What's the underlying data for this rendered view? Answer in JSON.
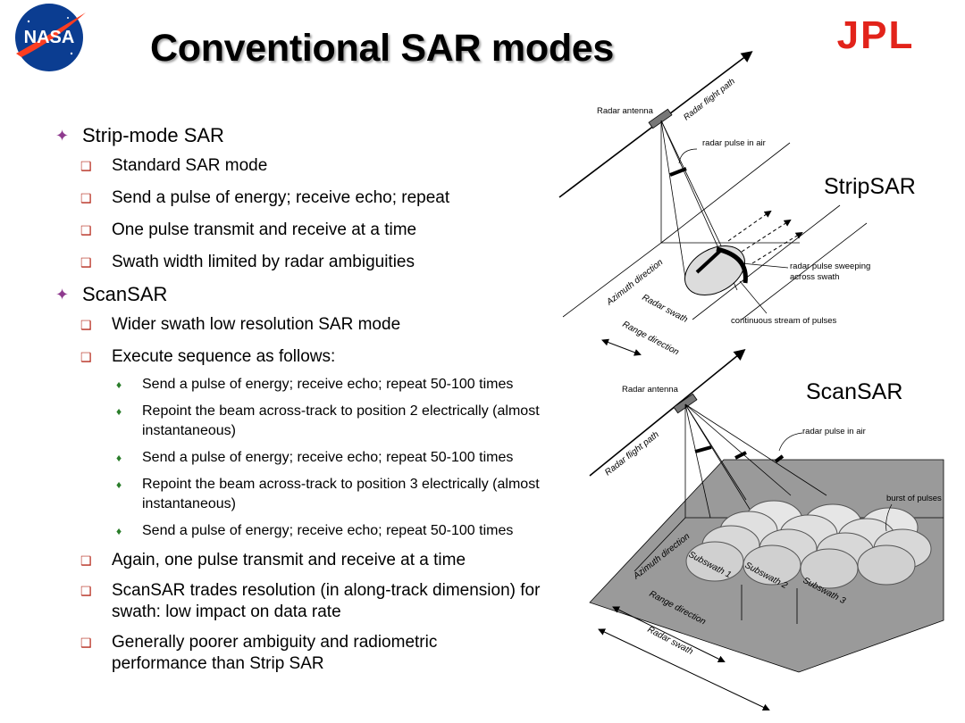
{
  "header": {
    "title": "Conventional SAR modes",
    "logo_left": "NASA",
    "logo_right": "JPL"
  },
  "colors": {
    "nasa_blue": "#0b3d91",
    "nasa_red": "#fc3d21",
    "jpl_red": "#e2231a",
    "bullet_l1": "#8e3a8e",
    "bullet_l2": "#b52a1c",
    "bullet_l3": "#2a7d2a"
  },
  "icons": {
    "level1": "four-point-star",
    "level2": "square-checkbox",
    "level3": "diamond"
  },
  "bullets": {
    "strip": {
      "title": "Strip-mode SAR",
      "items": [
        "Standard SAR mode",
        "Send a pulse of energy; receive echo; repeat",
        "One pulse transmit and receive at a time",
        "Swath width limited by radar ambiguities"
      ]
    },
    "scan": {
      "title": "ScanSAR",
      "items": [
        "Wider swath low resolution SAR mode",
        "Execute sequence as follows:"
      ],
      "steps": [
        "Send a pulse of energy; receive echo; repeat 50-100 times",
        "Repoint the beam across-track to position 2 electrically (almost instantaneous)",
        "Send a pulse of energy; receive echo; repeat 50-100 times",
        "Repoint the beam across-track to position 3 electrically (almost instantaneous)",
        "Send a pulse of energy; receive echo; repeat 50-100 times"
      ],
      "after": [
        "Again, one pulse transmit and receive at a time",
        "ScanSAR trades resolution (in along-track dimension) for swath: low impact on data rate",
        "Generally poorer ambiguity and radiometric performance than Strip SAR"
      ]
    }
  },
  "strip_diagram": {
    "label": "StripSAR",
    "antenna": "Radar antenna",
    "flight_path": "Radar flight path",
    "pulse_in_air": "radar pulse in air",
    "sweeping_1": "radar pulse sweeping",
    "sweeping_2": "across swath",
    "stream": "continuous stream of pulses",
    "azimuth": "Azimuth direction",
    "swath": "Radar swath",
    "range": "Range direction"
  },
  "scan_diagram": {
    "label": "ScanSAR",
    "antenna": "Radar antenna",
    "flight_path": "Radar flight path",
    "pulse_in_air": "radar pulse in air",
    "burst": "burst of pulses",
    "azimuth": "Azimuth direction",
    "subswath_1": "Subswath 1",
    "subswath_2": "Subswath 2",
    "subswath_3": "Subswath 3",
    "range": "Range direction",
    "swath": "Radar swath"
  }
}
